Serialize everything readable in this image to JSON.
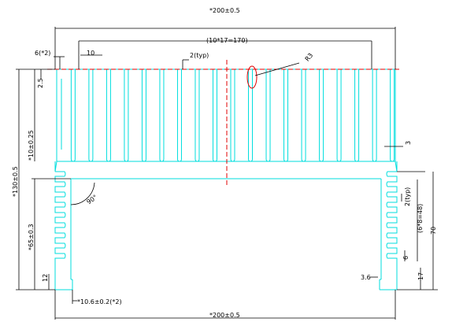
{
  "colors": {
    "part": "#00dede",
    "dimension": "#000000",
    "centerline": "#e00000",
    "background": "#ffffff"
  },
  "dimensions": {
    "top_overall": "*200±0.5",
    "fin_span": "(10*17=170)",
    "fin_width": "10",
    "edge_fin": "6(*2)",
    "fin_gap": "2(typ)",
    "radius": "R3",
    "top_lip": "2.5",
    "base_thick": "*10±0.25",
    "overall_height": "*130±0.5",
    "leg_height": "*65±0.3",
    "leg_bottom": "12",
    "foot_width": "*10.6±0.2(*2)",
    "bottom_overall": "*200±0.5",
    "right_inset": "3",
    "right_gap": "2(typ)",
    "right_span": "(6*8=48)",
    "right_height": "70",
    "right_tooth": "6",
    "right_bottom": "17",
    "foot_right": "3.6",
    "angle": "90°"
  }
}
